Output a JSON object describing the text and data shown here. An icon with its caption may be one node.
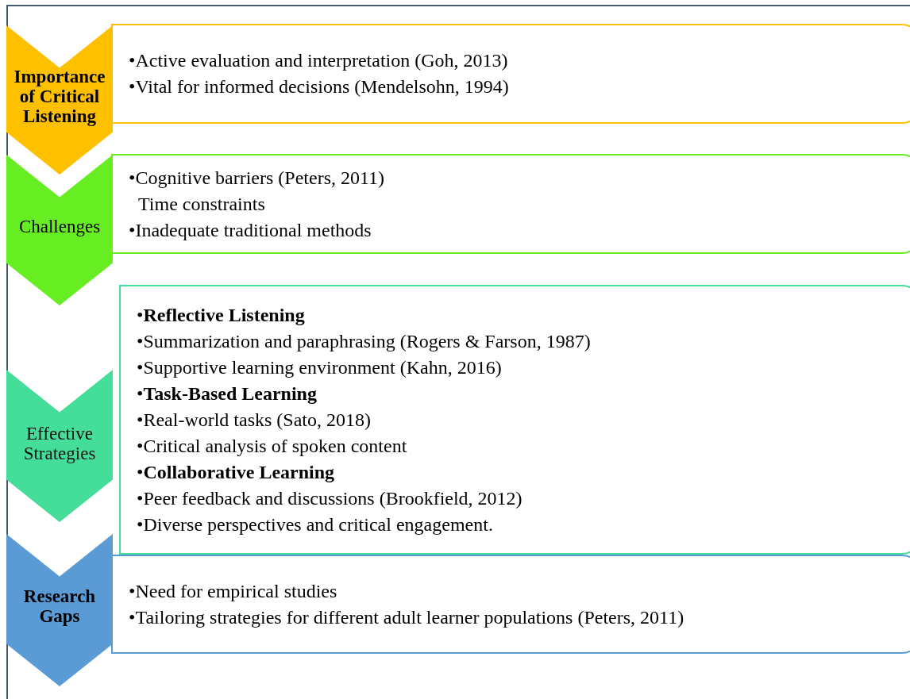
{
  "diagram": {
    "nodes": [
      {
        "text": [
          "Importance of Critical Listening"
        ]
      },
      {
        "text": [
          "•Active evaluation and interpretation (Goh, 2013)",
          "•Vital for informed decisions (Mendelsohn, 1994)"
        ]
      },
      {
        "text": [
          "Challenges"
        ]
      },
      {
        "text": [
          "•Cognitive barriers (Peters, 2011)",
          "Time constraints",
          "•Inadequate traditional methods"
        ]
      },
      {
        "text": [
          "Effective Strategies"
        ]
      },
      {
        "text": [
          "•**Reflective Listening**",
          "•Summarization and paraphrasing (Rogers & Farson, 1987)",
          "•Supportive learning environment (Kahn, 2016)",
          "•**Task-Based Learning**",
          "•Real-world tasks (Sato, 2018)",
          "•Critical analysis of spoken content",
          "•**Collaborative Learning**",
          "•Peer feedback and discussions (Brookfield, 2012)",
          "•Diverse perspectives and critical engagement."
        ]
      },
      {
        "text": [
          "Research Gaps"
        ]
      },
      {
        "text": [
          "•Need for empirical studies",
          "•Tailoring strategies for different adult learner populations (Peters, 2011)"
        ]
      }
    ],
    "edges": []
  }
}
